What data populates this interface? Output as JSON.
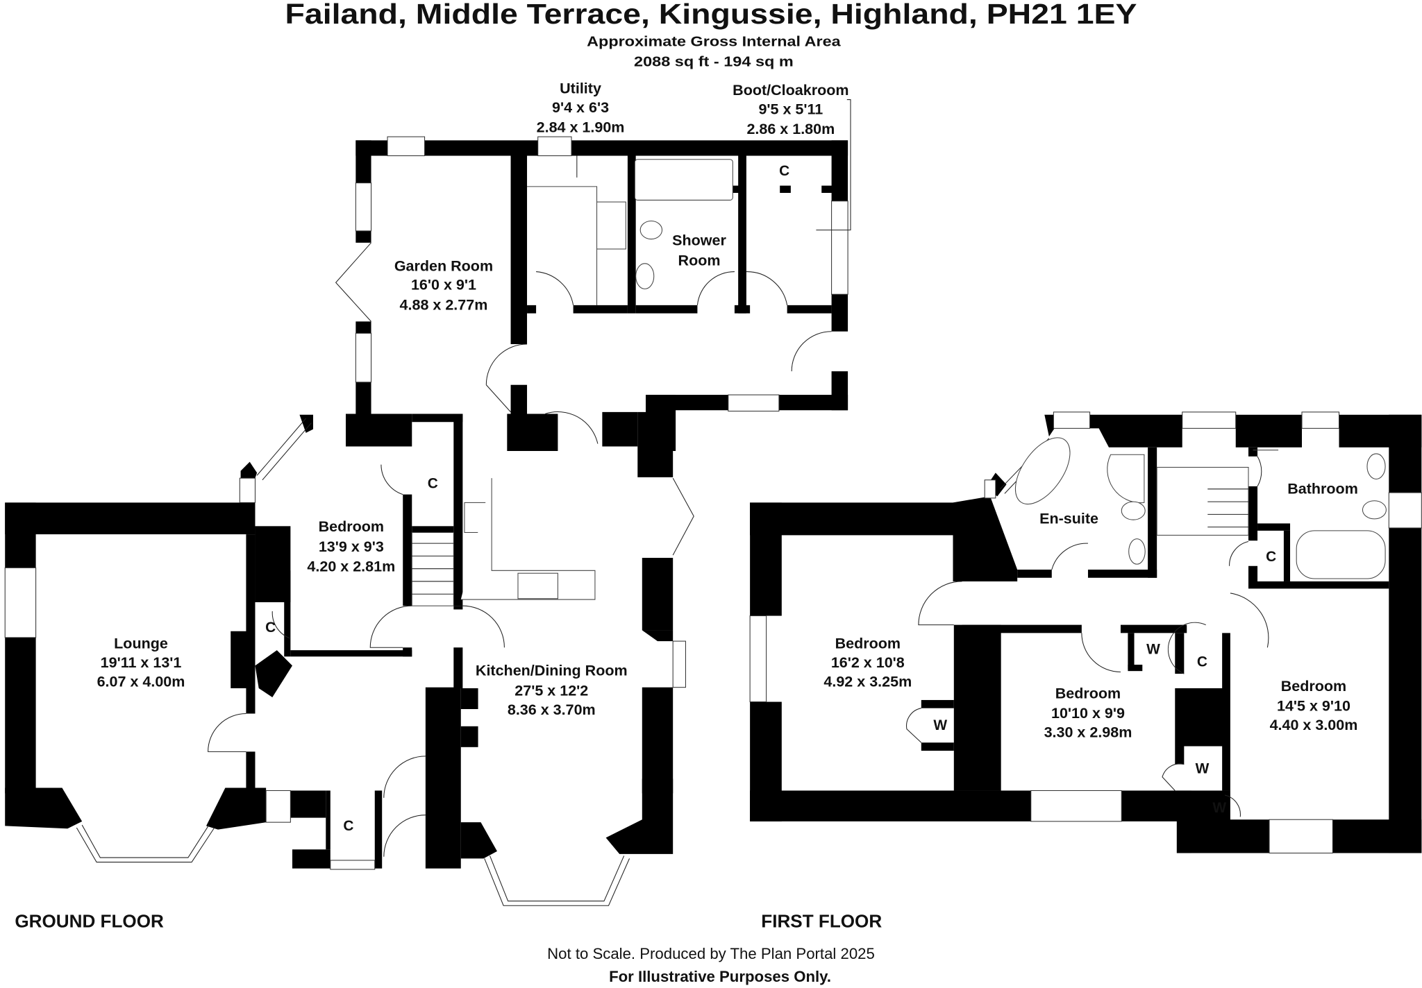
{
  "title": "Failand, Middle Terrace, Kingussie, Highland, PH21 1EY",
  "subtitle": {
    "line1": "Approximate Gross Internal Area",
    "line2": "2088 sq ft - 194 sq m"
  },
  "ground_floor": {
    "label": "GROUND FLOOR",
    "utility": {
      "name": "Utility",
      "imperial": "9'4 x 6'3",
      "metric": "2.84 x 1.90m"
    },
    "boot_cloakroom": {
      "name": "Boot/Cloakroom",
      "imperial": "9'5 x 5'11",
      "metric": "2.86 x 1.80m"
    },
    "garden_room": {
      "name": "Garden Room",
      "imperial": "16'0 x 9'1",
      "metric": "4.88 x 2.77m"
    },
    "shower_room": {
      "name_line1": "Shower",
      "name_line2": "Room"
    },
    "bedroom": {
      "name": "Bedroom",
      "imperial": "13'9 x 9'3",
      "metric": "4.20 x 2.81m"
    },
    "lounge": {
      "name": "Lounge",
      "imperial": "19'11 x 13'1",
      "metric": "6.07 x 4.00m"
    },
    "kitchen": {
      "name": "Kitchen/Dining Room",
      "imperial": "27'5 x 12'2",
      "metric": "8.36 x 3.70m"
    },
    "markers": [
      "C",
      "C",
      "C",
      "C"
    ]
  },
  "first_floor": {
    "label": "FIRST FLOOR",
    "bedroom_1": {
      "name": "Bedroom",
      "imperial": "16'2 x 10'8",
      "metric": "4.92 x 3.25m"
    },
    "bedroom_2": {
      "name": "Bedroom",
      "imperial": "10'10 x 9'9",
      "metric": "3.30 x 2.98m"
    },
    "bedroom_3": {
      "name": "Bedroom",
      "imperial": "14'5 x 9'10",
      "metric": "4.40 x 3.00m"
    },
    "ensuite": {
      "name": "En-suite"
    },
    "bathroom": {
      "name": "Bathroom"
    },
    "markers": [
      "C",
      "C",
      "W",
      "W",
      "W",
      "W"
    ]
  },
  "footer": {
    "line1": "Not to Scale. Produced by The Plan Portal 2025",
    "line2": "For Illustrative Purposes Only."
  }
}
